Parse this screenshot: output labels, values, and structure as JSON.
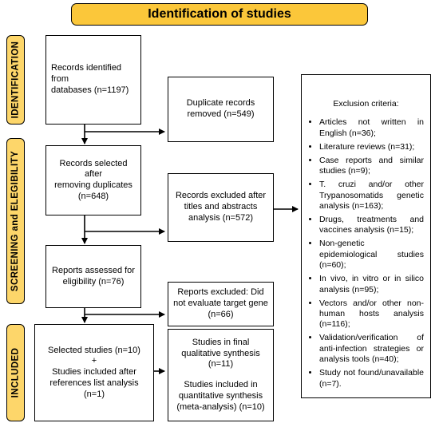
{
  "title": "Identification of studies",
  "phases": {
    "identification": "IDENTIFICATION",
    "screening": "SCREENING and ELEGIBILITY",
    "included": "INCLUDED"
  },
  "boxes": {
    "records_identified": [
      "Records identified from",
      "databases (n=1197)"
    ],
    "duplicates_removed": [
      "Duplicate records",
      "removed (n=549)"
    ],
    "records_selected": [
      "Records selected after",
      "removing duplicates",
      "(n=648)"
    ],
    "records_excluded": [
      "Records excluded after",
      "titles and abstracts",
      "analysis (n=572)"
    ],
    "reports_assessed": [
      "Reports assessed for",
      "eligibility (n=76)"
    ],
    "reports_excluded": [
      "Reports excluded: Did",
      "not evaluate target gene",
      "(n=66)"
    ],
    "selected_studies": [
      "Selected studies (n=10)",
      "+",
      "Studies included after",
      "references list analysis",
      "(n=1)"
    ],
    "final_studies": {
      "qualitative": [
        "Studies in final",
        "qualitative synthesis",
        "(n=11)"
      ],
      "quantitative": [
        "Studies included in",
        "quantitative synthesis",
        "(meta-analysis) (n=10)"
      ]
    }
  },
  "exclusion": {
    "title": "Exclusion criteria:",
    "items": [
      "Articles not written in English (n=36);",
      "Literature reviews (n=31);",
      "Case reports and similar studies (n=9);",
      "T. cruzi and/or other Trypanosomatids genetic analysis (n=163);",
      "Drugs, treatments and vaccines analysis (n=15);",
      "Non-genetic epidemiological studies (n=60);",
      "In vivo, in vitro or in silico analysis (n=95);",
      "Vectors and/or other non-human hosts analysis (n=116);",
      "Validation/verification of anti-infection strategies or analysis tools (n=40);",
      "Study not found/unavailable (n=7)."
    ]
  }
}
